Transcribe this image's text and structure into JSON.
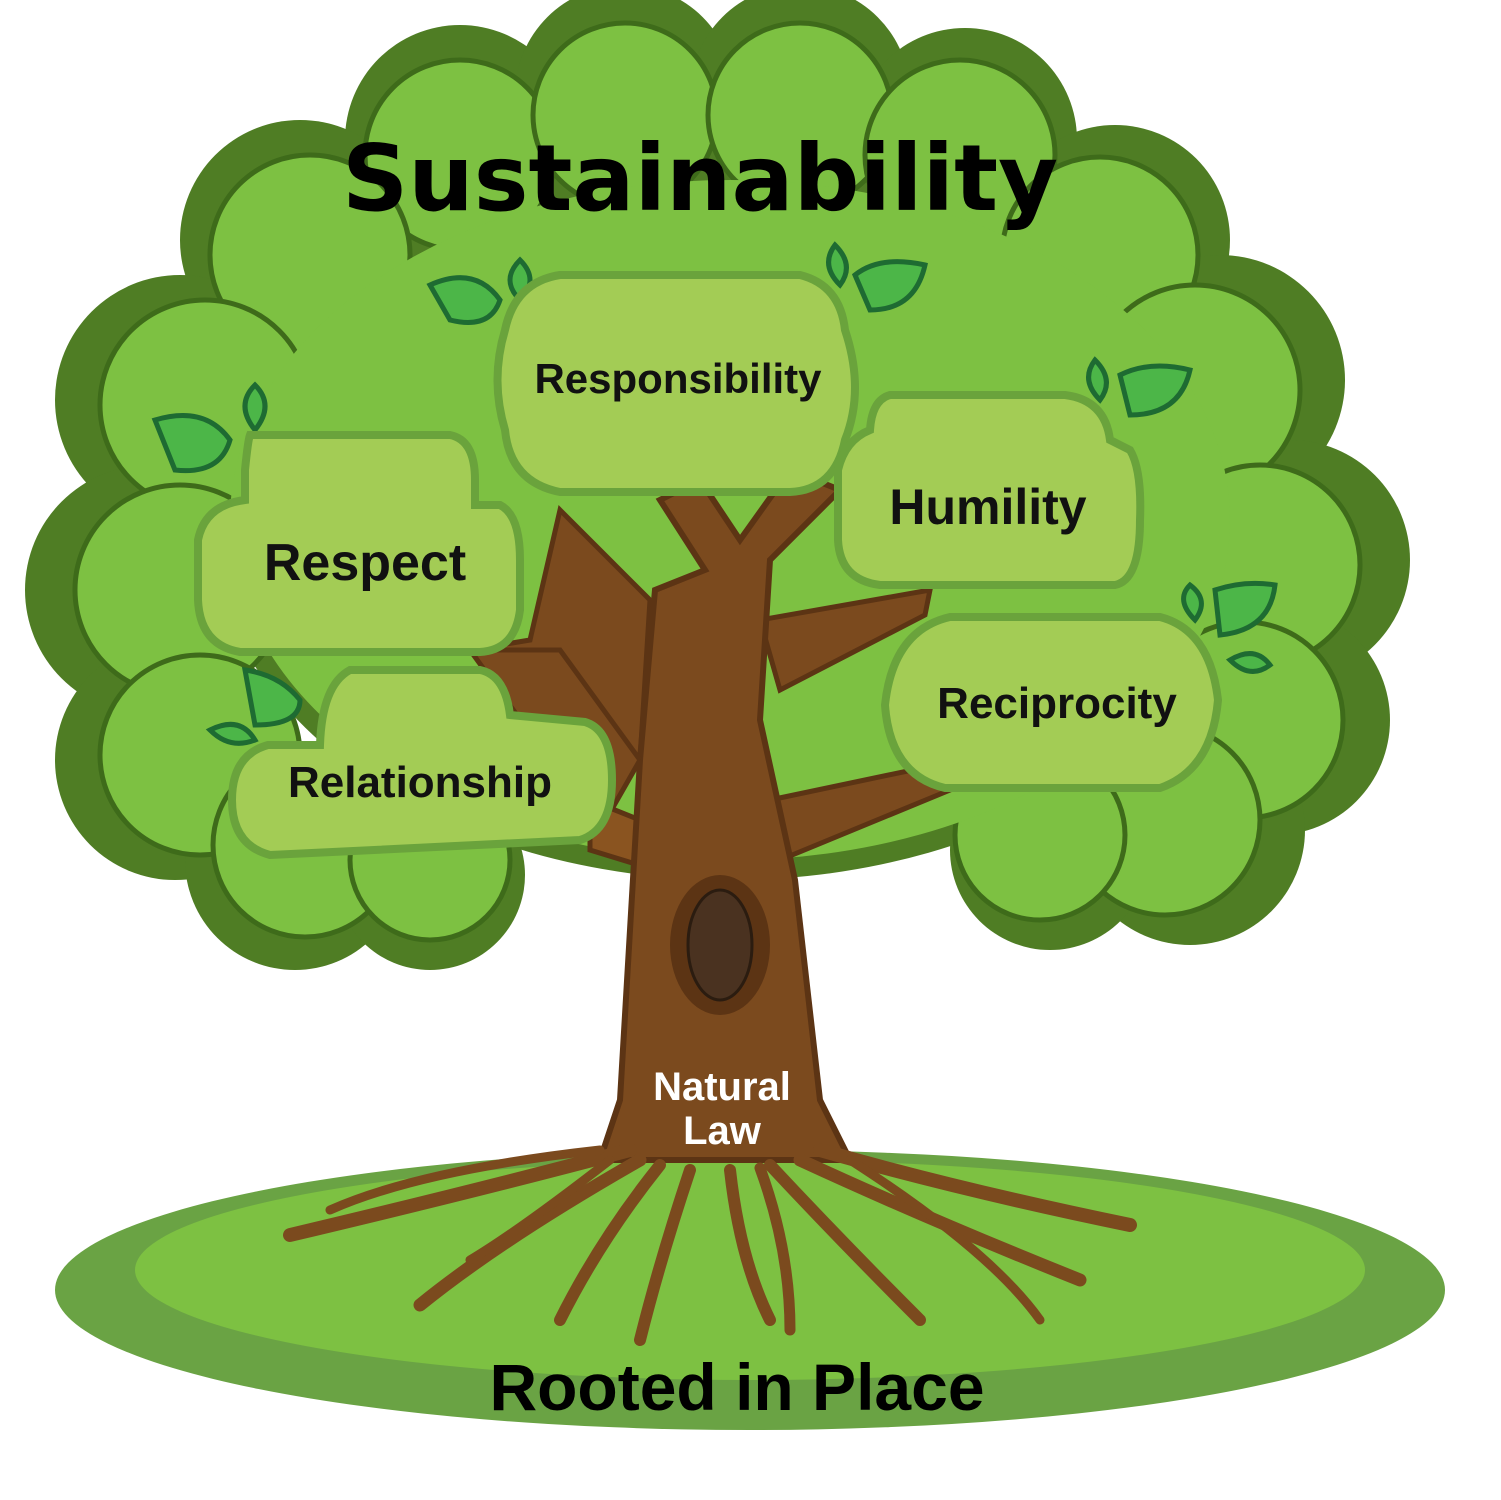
{
  "diagram": {
    "title": "Sustainability",
    "values": [
      {
        "id": "responsibility",
        "label": "Responsibility"
      },
      {
        "id": "respect",
        "label": "Respect"
      },
      {
        "id": "humility",
        "label": "Humility"
      },
      {
        "id": "reciprocity",
        "label": "Reciprocity"
      },
      {
        "id": "relationship",
        "label": "Relationship"
      }
    ],
    "trunk_label_line1": "Natural",
    "trunk_label_line2": "Law",
    "ground_label": "Rooted in Place"
  },
  "colors": {
    "canopy_outer": "#5a8a2c",
    "canopy_inner": "#7dc142",
    "box_fill": "#a3cc55",
    "box_border": "#6aa33c",
    "leaf": "#4cb648",
    "leaf_border": "#1e6b32",
    "trunk": "#7b4a1e",
    "trunk_dark": "#5c3414",
    "hollow": "#4a3220",
    "ground_outer": "#6aa344",
    "ground_inner": "#7dc142"
  }
}
